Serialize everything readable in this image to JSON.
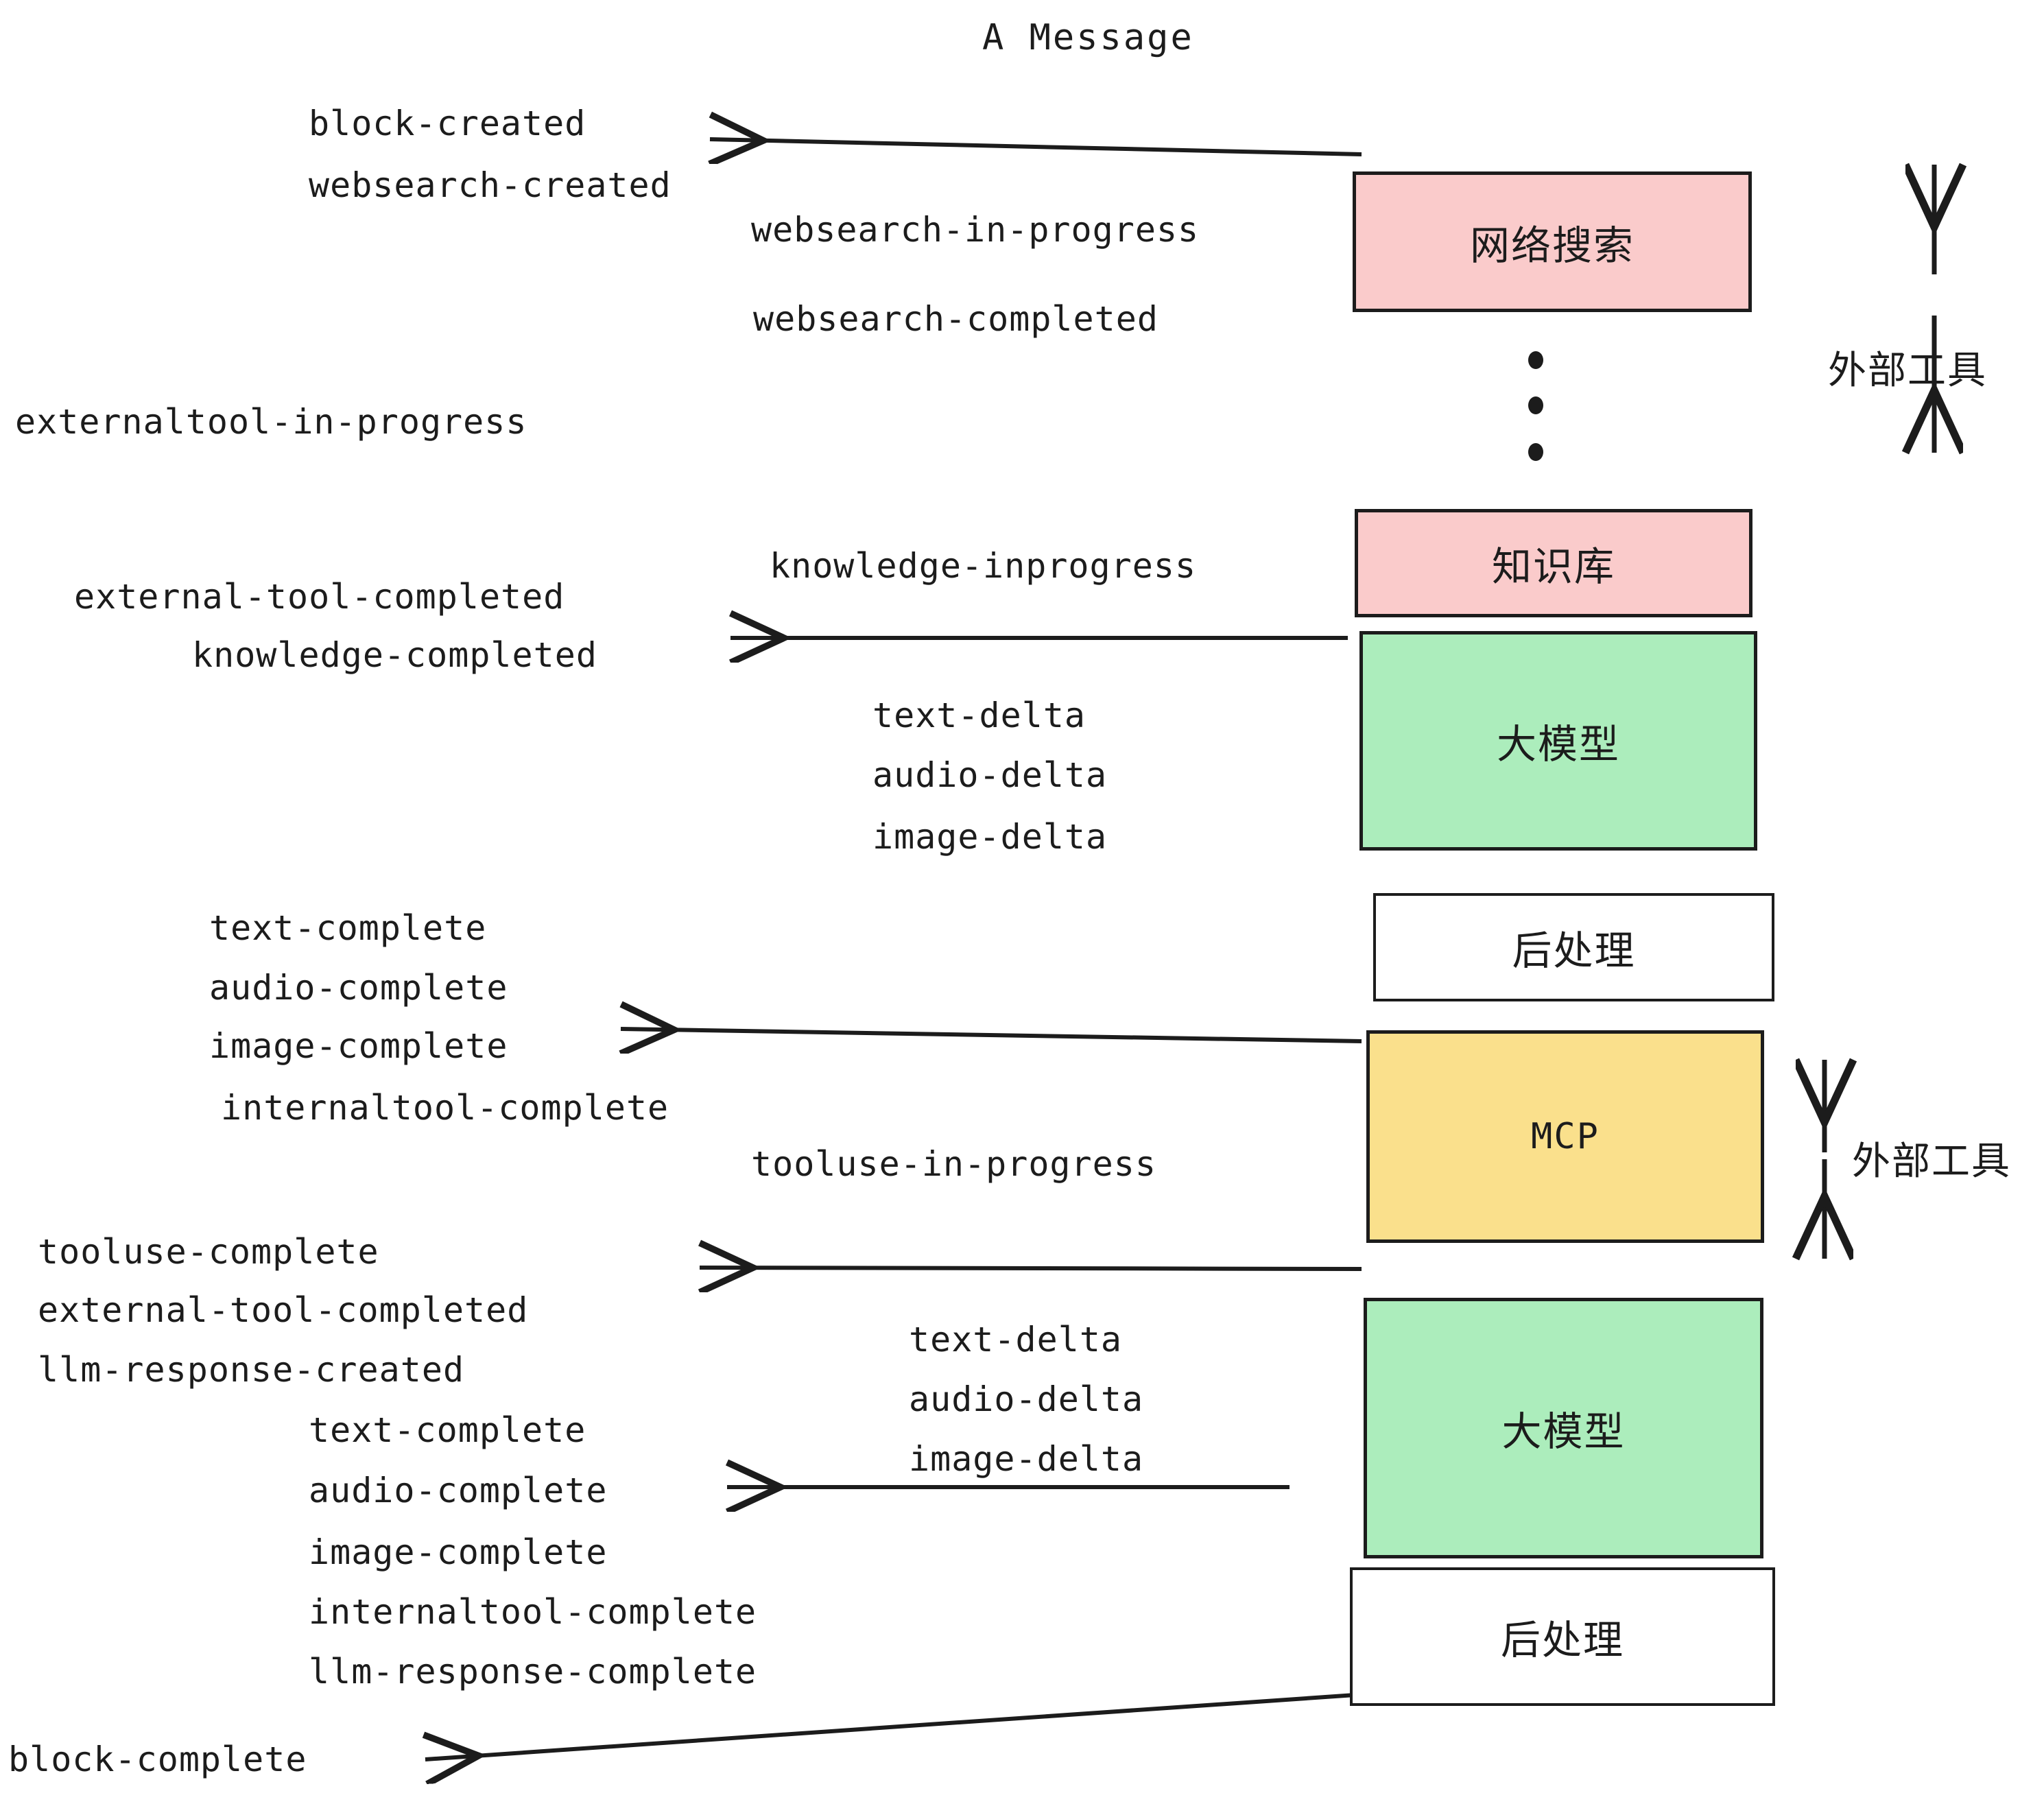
{
  "title": "A Message",
  "colors": {
    "pink": "#FACBCB",
    "green": "#ACEDBC",
    "yellow": "#FAE08C",
    "white": "#FFFFFF",
    "stroke": "#1C1C1C"
  },
  "boxes": [
    {
      "id": "websearch",
      "label": "网络搜索",
      "fill": "#FACBCB"
    },
    {
      "id": "knowledge",
      "label": "知识库",
      "fill": "#FACBCB"
    },
    {
      "id": "llm-1",
      "label": "大模型",
      "fill": "#ACEDBC"
    },
    {
      "id": "postprocess-1",
      "label": "后处理",
      "fill": "#FFFFFF"
    },
    {
      "id": "mcp",
      "label": "MCP",
      "fill": "#FAE08C"
    },
    {
      "id": "llm-2",
      "label": "大模型",
      "fill": "#ACEDBC"
    },
    {
      "id": "postprocess-2",
      "label": "后处理",
      "fill": "#FFFFFF"
    }
  ],
  "side_annotations": [
    {
      "id": "external-tools-top",
      "label": "外部工具"
    },
    {
      "id": "external-tools-bottom",
      "label": "外部工具"
    }
  ],
  "events": {
    "block_created": "block-created",
    "websearch_created": "websearch-created",
    "websearch_in_progress": "websearch-in-progress",
    "websearch_completed": "websearch-completed",
    "externaltool_in_progress": "externaltool-in-progress",
    "knowledge_inprogress": "knowledge-inprogress",
    "external_tool_completed_1": "external-tool-completed",
    "knowledge_completed": "knowledge-completed",
    "text_delta_1": "text-delta",
    "audio_delta_1": "audio-delta",
    "image_delta_1": "image-delta",
    "text_complete_1": "text-complete",
    "audio_complete_1": "audio-complete",
    "image_complete_1": "image-complete",
    "internaltool_complete_1": "internaltool-complete",
    "tooluse_in_progress": "tooluse-in-progress",
    "tooluse_complete": "tooluse-complete",
    "external_tool_completed_2": "external-tool-completed",
    "llm_response_created": "llm-response-created",
    "text_delta_2": "text-delta",
    "audio_delta_2": "audio-delta",
    "image_delta_2": "image-delta",
    "text_complete_2": "text-complete",
    "audio_complete_2": "audio-complete",
    "image_complete_2": "image-complete",
    "internaltool_complete_2": "internaltool-complete",
    "llm_response_complete": "llm-response-complete",
    "block_complete": "block-complete"
  }
}
